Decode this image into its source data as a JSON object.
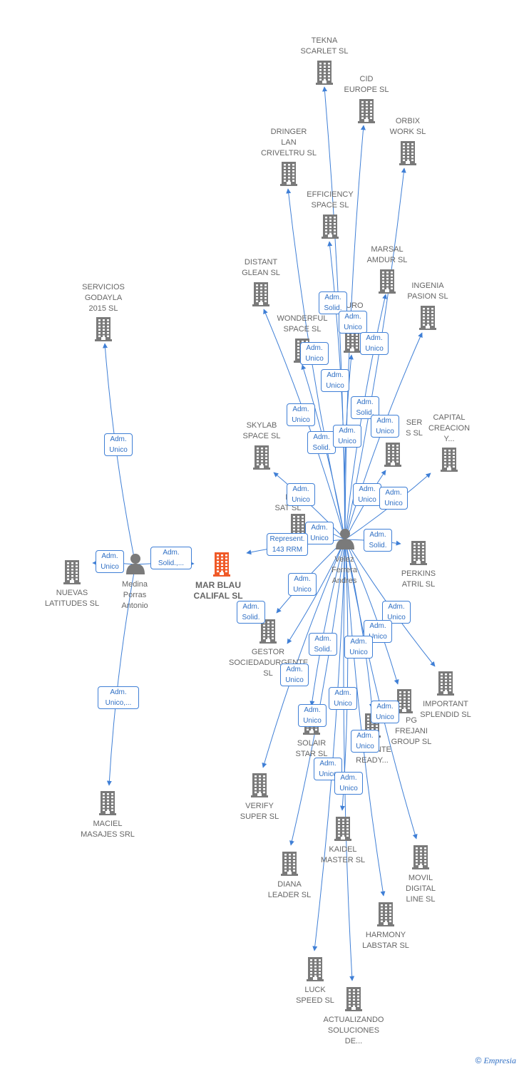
{
  "colors": {
    "building": "#7a7a7a",
    "focus_building": "#f05a28",
    "edge": "#3f7fd6",
    "person": "#7a7a7a",
    "text": "#666666"
  },
  "footer": {
    "copyright": "©",
    "brand": "Empresia"
  },
  "persons": [
    {
      "id": "velez",
      "label": "Velez\nFerrera\nAndres"
    },
    {
      "id": "medina",
      "label": "Medina\nPorras\nAntonio"
    }
  ],
  "companies": [
    {
      "id": "tekna",
      "label": "TEKNA\nSCARLET  SL"
    },
    {
      "id": "cid",
      "label": "CID\nEUROPE  SL"
    },
    {
      "id": "orbix",
      "label": "ORBIX\nWORK  SL"
    },
    {
      "id": "dringer",
      "label": "DRINGER\nLAN\nCRIVELTRU SL"
    },
    {
      "id": "efficiency",
      "label": "EFFICIENCY\nSPACE SL"
    },
    {
      "id": "marsal",
      "label": "MARSAL\nAMDUR  SL"
    },
    {
      "id": "distant",
      "label": "DISTANT\nGLEAN  SL"
    },
    {
      "id": "ingenia",
      "label": "INGENIA\nPASION  SL"
    },
    {
      "id": "servicios",
      "label": "SERVICIOS\nGODAYLA\n2015  SL"
    },
    {
      "id": "futuro",
      "label": "TURO"
    },
    {
      "id": "wonderful",
      "label": "WONDERFUL\nSPACE  SL"
    },
    {
      "id": "skylab",
      "label": "SKYLAB\nSPACE  SL"
    },
    {
      "id": "ser",
      "label": "SER\nS  SL"
    },
    {
      "id": "capital",
      "label": "CAPITAL\nCREACION\nY..."
    },
    {
      "id": "el",
      "label": "E\nSAT  SL"
    },
    {
      "id": "nuevas",
      "label": "NUEVAS\nLATITUDES SL"
    },
    {
      "id": "marblau",
      "label": "MAR BLAU\nCALIFAL  SL"
    },
    {
      "id": "perkins",
      "label": "PERKINS\nATRIL  SL"
    },
    {
      "id": "gestor",
      "label": "GESTOR\nSOCIEDADURGENTE SL"
    },
    {
      "id": "important",
      "label": "IMPORTANT\nSPLENDID  SL"
    },
    {
      "id": "pg",
      "label": "PG\nFREJANI\nGROUP  SL"
    },
    {
      "id": "solair",
      "label": "SOLAIR\nSTAR  SL"
    },
    {
      "id": "sociedad",
      "label": "D\nURGENTE\nREADY..."
    },
    {
      "id": "maciel",
      "label": "MACIEL\nMASAJES SRL"
    },
    {
      "id": "verify",
      "label": "VERIFY\nSUPER  SL"
    },
    {
      "id": "kaidel",
      "label": "KAIDEL\nMASTER  SL"
    },
    {
      "id": "movil",
      "label": "MOVIL\nDIGITAL\nLINE SL"
    },
    {
      "id": "diana",
      "label": "DIANA\nLEADER  SL"
    },
    {
      "id": "harmony",
      "label": "HARMONY\nLABSTAR SL"
    },
    {
      "id": "luck",
      "label": "LUCK\nSPEED  SL"
    },
    {
      "id": "actualizando",
      "label": "ACTUALIZANDO\nSOLUCIONES\nDE..."
    }
  ],
  "edges": [
    {
      "id": "e-tekna",
      "label": "Adm.\nSolid."
    },
    {
      "id": "e-cid",
      "label": "Adm.\nUnico"
    },
    {
      "id": "e-orbix",
      "label": "Adm.\nUnico"
    },
    {
      "id": "e-dringer",
      "label": "Adm.\nUnico"
    },
    {
      "id": "e-efficiency",
      "label": "Adm.\nUnico"
    },
    {
      "id": "e-marsal",
      "label": "Adm.\nSolid."
    },
    {
      "id": "e-distant",
      "label": "Adm.\nUnico"
    },
    {
      "id": "e-ingenia",
      "label": "Adm.\nUnico"
    },
    {
      "id": "e-wonderful",
      "label": "Adm.\nSolid."
    },
    {
      "id": "e-futuro",
      "label": "Adm.\nUnico"
    },
    {
      "id": "e-skylab",
      "label": "Adm.\nUnico"
    },
    {
      "id": "e-ser",
      "label": "Adm.\nUnico"
    },
    {
      "id": "e-capital",
      "label": "Adm.\nUnico"
    },
    {
      "id": "e-el",
      "label": "Adm.\nUnico"
    },
    {
      "id": "e-marblau",
      "label": "Represent.\n143 RRM"
    },
    {
      "id": "e-perkins",
      "label": "Adm.\nSolid."
    },
    {
      "id": "e-gestor-a",
      "label": "Adm.\nUnico"
    },
    {
      "id": "e-gestor-b",
      "label": "Adm.\nSolid."
    },
    {
      "id": "e-important",
      "label": "Adm.\nUnico"
    },
    {
      "id": "e-pg",
      "label": "Adm.\nUnico"
    },
    {
      "id": "e-solair",
      "label": "Adm.\nSolid."
    },
    {
      "id": "e-sociedad",
      "label": "Adm.\nUnico"
    },
    {
      "id": "e-verify",
      "label": "Adm.\nUnico"
    },
    {
      "id": "e-kaidel",
      "label": "Adm.\nUnico"
    },
    {
      "id": "e-movil",
      "label": "Adm.\nUnico"
    },
    {
      "id": "e-diana",
      "label": "Adm.\nUnico"
    },
    {
      "id": "e-harmony",
      "label": "Adm.\nUnico"
    },
    {
      "id": "e-luck",
      "label": "Adm.\nUnico"
    },
    {
      "id": "e-actualizando",
      "label": "Adm.\nUnico"
    },
    {
      "id": "e-m-servicios",
      "label": "Adm.\nUnico"
    },
    {
      "id": "e-m-nuevas",
      "label": "Adm.\nUnico"
    },
    {
      "id": "e-m-marblau",
      "label": "Adm.\nSolid.,..."
    },
    {
      "id": "e-m-maciel",
      "label": "Adm.\nUnico,..."
    }
  ]
}
